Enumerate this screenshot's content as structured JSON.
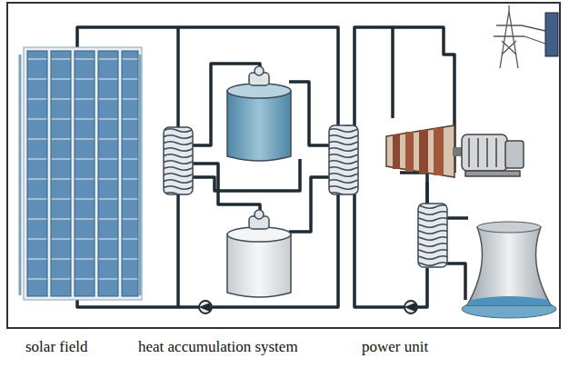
{
  "diagram": {
    "labels": [
      "solar field",
      "heat accumulation system",
      "power unit"
    ]
  }
}
